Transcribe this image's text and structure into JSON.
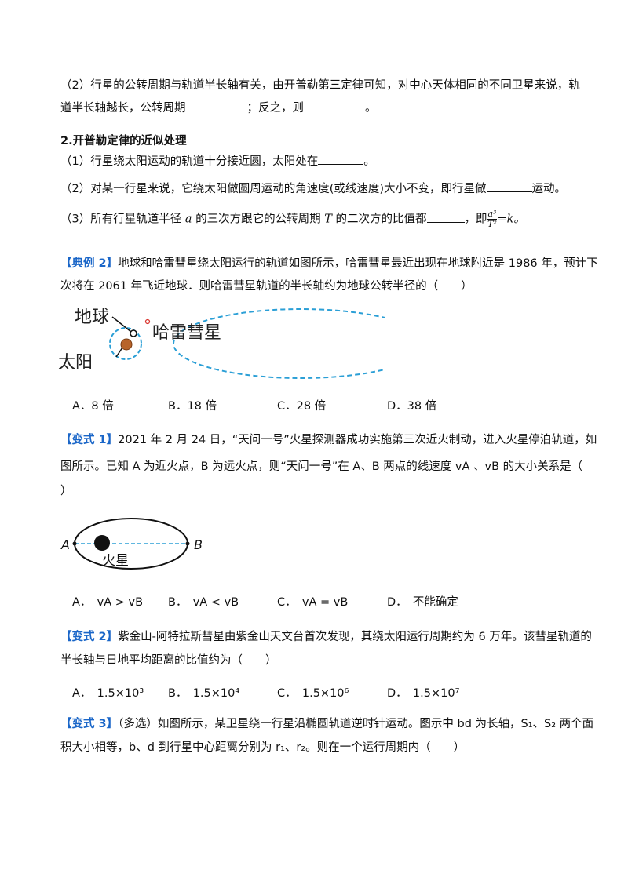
{
  "q_kepler3": {
    "text1": "（2）行星的公转周期与轨道半长轴有关，由开普勒第三定律可知，对中心天体相同的不同卫星来说，轨",
    "text2a": "道半长轴越长，公转周期",
    "text2b": "；反之，则",
    "text2c": "。"
  },
  "section2": {
    "heading": "2.开普勒定律的近似处理",
    "item1a": "（1）行星绕太阳运动的轨道十分接近圆，太阳处在",
    "item1b": "。",
    "item2a": "（2）对某一行星来说，它绕太阳做圆周运动的角速度(或线速度)大小不变，即行星做",
    "item2b": "运动。",
    "item3a": "（3）所有行星轨道半径 ",
    "item3_a": "a",
    "item3b": " 的三次方跟它的公转周期 ",
    "item3_T": "T",
    "item3c": " 的二次方的比值都",
    "item3d": "，即",
    "frac_num": "a³",
    "frac_den": "T²",
    "item3e": "=k。"
  },
  "example2": {
    "tag": "【典例 2】",
    "line1": "地球和哈雷彗星绕太阳运行的轨道如图所示，哈雷彗星最近出现在地球附近是 1986 年，预计下",
    "line2": "次将在 2061 年飞近地球．则哈雷彗星轨道的半长轴约为地球公转半径的（　　）",
    "fig_earth": "地球",
    "fig_comet": "哈雷彗星",
    "fig_sun": "太阳",
    "options": [
      "A．8 倍",
      "B．18 倍",
      "C．28 倍",
      "D．38 倍"
    ]
  },
  "variant1": {
    "tag": "【变式 1】",
    "line1": "2021 年 2 月 24 日，“天问一号”火星探测器成功实施第三次近火制动，进入火星停泊轨道，如",
    "line2": "图所示。已知 A 为近火点，B 为远火点，则“天问一号”在 A、B 两点的线速度 vA 、vB 的大小关系是（",
    "line3": "）",
    "fig_A": "A",
    "fig_B": "B",
    "fig_mars": "火星",
    "options": [
      "A．　vA > vB",
      "B．　vA < vB",
      "C．　vA = vB",
      "D．　不能确定"
    ]
  },
  "variant2": {
    "tag": "【变式 2】",
    "line1": "紫金山-阿特拉斯彗星由紫金山天文台首次发现，其绕太阳运行周期约为 6 万年。该彗星轨道的",
    "line2": "半长轴与日地平均距离的比值约为（　　）",
    "options": [
      "A．　1.5×10³",
      "B．　1.5×10⁴",
      "C．　1.5×10⁶",
      "D．　1.5×10⁷"
    ]
  },
  "variant3": {
    "tag": "【变式 3】",
    "line1": "（多选）如图所示，某卫星绕一行星沿椭圆轨道逆时针运动。图示中 bd 为长轴，S₁、S₂ 两个面",
    "line2": "积大小相等，b、d 到行星中心距离分别为 r₁、r₂。则在一个运行周期内（　　）"
  },
  "colors": {
    "tag": "#1a66c8",
    "orbit": "#2b9fd6",
    "sun": "#b8642a"
  }
}
